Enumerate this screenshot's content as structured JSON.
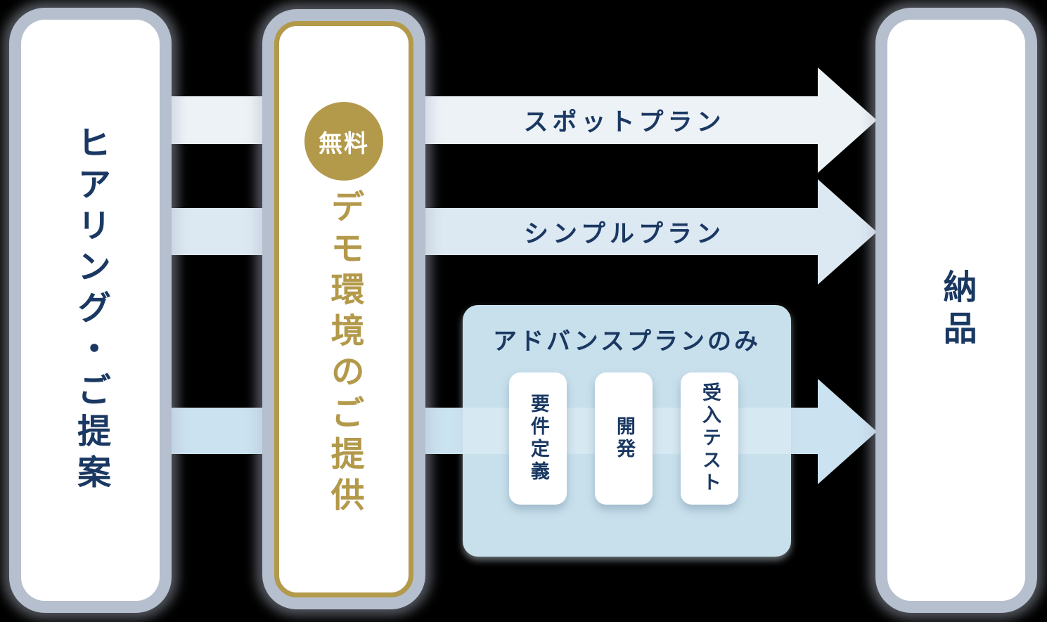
{
  "diagram_title": "service flow diagram",
  "stages": {
    "hearing": {
      "label": "ヒアリング・ご提案"
    },
    "demo": {
      "label": "デモ環境のご提供",
      "badge": "無料"
    },
    "delivery": {
      "label": "納品"
    }
  },
  "plans": {
    "spot": {
      "label": "スポットプラン"
    },
    "simple": {
      "label": "シンプルプラン"
    },
    "advance": {
      "label": "アドバンスプランのみ",
      "steps": [
        "要件定義",
        "開発",
        "受入テスト"
      ]
    }
  },
  "colors": {
    "background": "#000000",
    "navy_text": "#1a3862",
    "gold_accent": "#b3994a",
    "halo_gray": "#b5bfce",
    "arrow_spot": "#edf2f6",
    "arrow_simple": "#dce8f2",
    "arrow_advance": "#cbe2f1",
    "advance_box": "#c8e0ec",
    "card_white": "#ffffff"
  }
}
